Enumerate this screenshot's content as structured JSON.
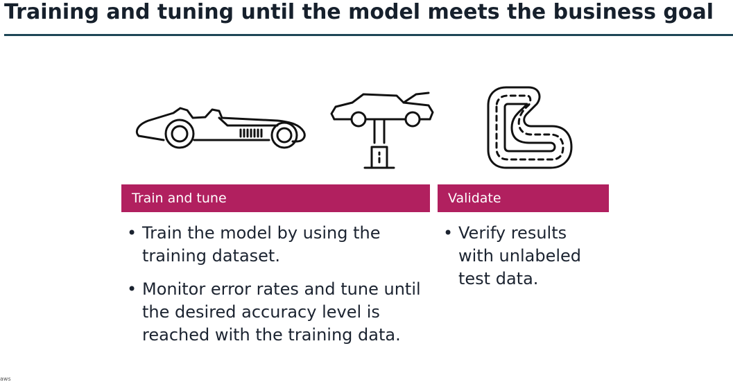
{
  "title": "Training and tuning until the model meets the business goal",
  "icons": [
    "race-car-icon",
    "car-lift-icon",
    "race-track-icon"
  ],
  "sections": [
    {
      "header": "Train and tune",
      "bullets": [
        "Train the model by using the training dataset.",
        "Monitor error rates and tune until the desired accuracy level is reached with the training data."
      ]
    },
    {
      "header": "Validate",
      "bullets": [
        "Verify results with unlabeled test data."
      ]
    }
  ],
  "footer": "aws",
  "colors": {
    "accent": "#b1205f",
    "rule": "#1e4656",
    "text": "#1b2330"
  }
}
